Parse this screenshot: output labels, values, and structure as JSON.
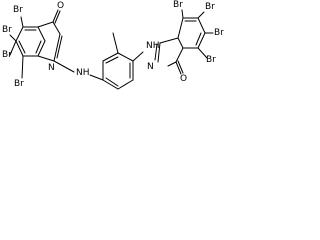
{
  "figure": {
    "type": "chemical-structure",
    "bond_color": "#000000",
    "background": "#ffffff"
  },
  "atoms": {
    "left_ring_top_br": "Br",
    "left_ring_upper_br": "Br",
    "left_ring_lower_br": "Br",
    "left_ring_bottom_br": "Br",
    "left_carbonyl_o": "O",
    "left_imine_n": "N",
    "left_linker_nh": "NH",
    "right_linker_nh": "NH",
    "right_ring_top_br": "Br",
    "right_ring_upper_br": "Br",
    "right_ring_lower_br": "Br",
    "right_ring_bottom_br": "Br",
    "right_imine_n": "N",
    "right_carbonyl_o": "O"
  }
}
